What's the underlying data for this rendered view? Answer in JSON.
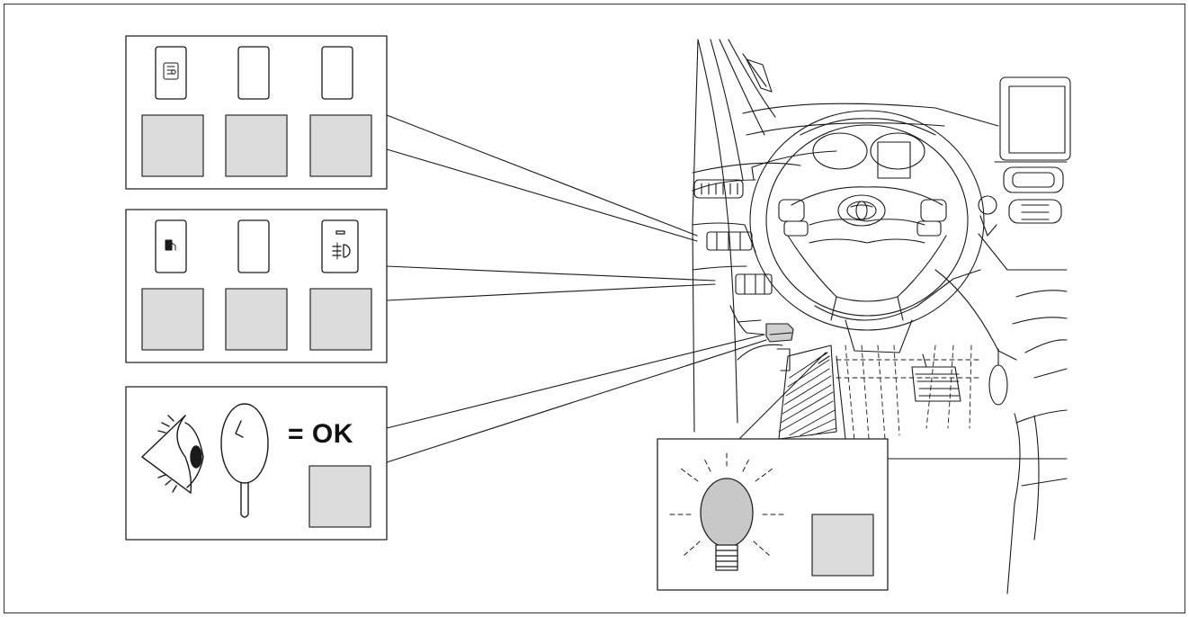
{
  "inspection": {
    "ok_label": "= OK"
  },
  "colors": {
    "line": "#1a1a1a",
    "placeholder_fill": "#dcdcdc",
    "bulb_fill": "#c8c8c8",
    "panel_border": "#222222"
  },
  "icons": {
    "panel1": [
      "headlight-leveling-icon",
      "blank-switch",
      "blank-switch"
    ],
    "panel2": [
      "fuel-door-icon",
      "blank-switch",
      "rear-fog-light-icon"
    ],
    "panel3": [
      "eye-icon",
      "magnifying-glass-icon"
    ],
    "panel4": [
      "light-bulb-icon"
    ]
  }
}
